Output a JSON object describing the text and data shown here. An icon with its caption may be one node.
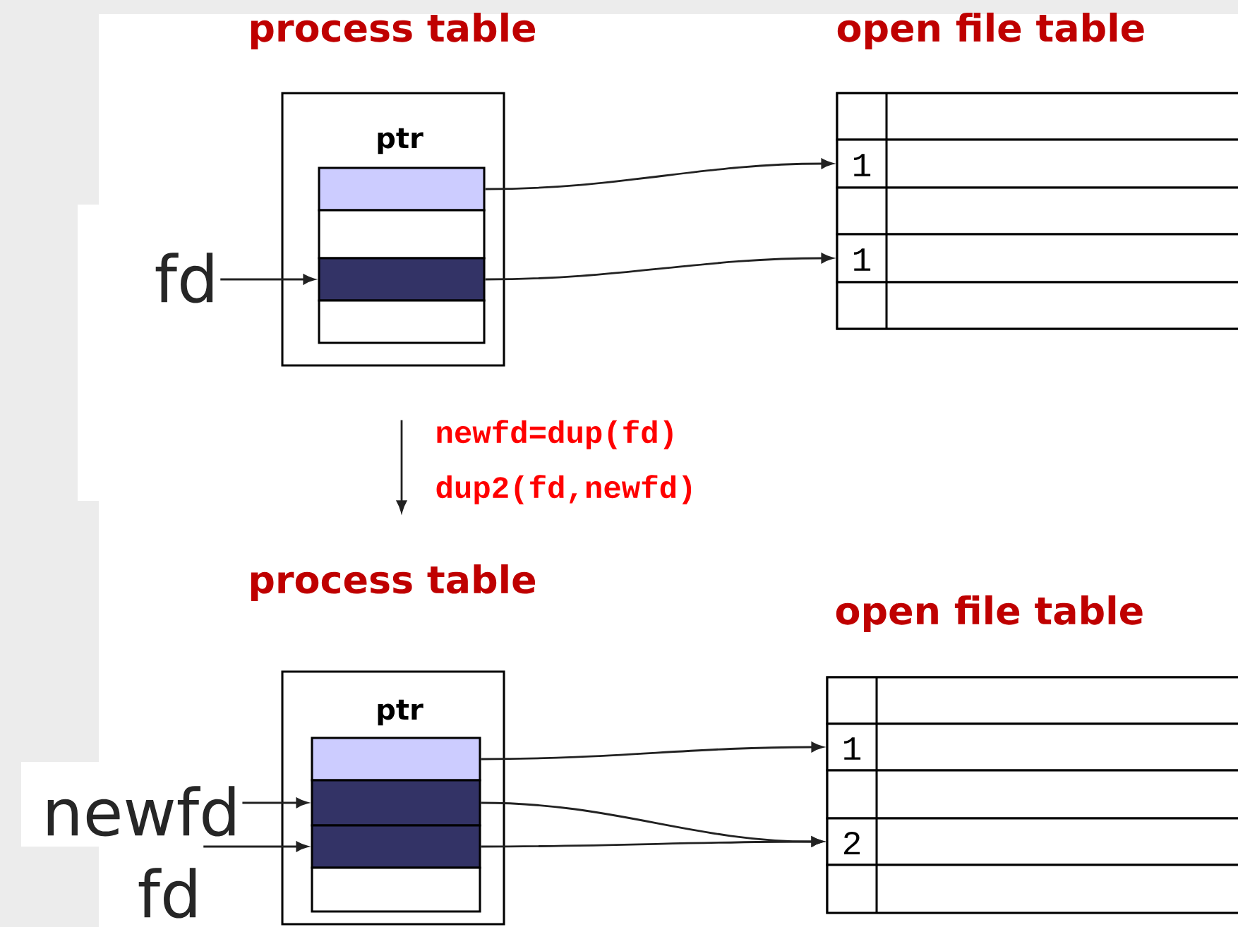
{
  "diagram": {
    "nodes": [
      {
        "text": [
          "process table",
          "ptr"
        ]
      },
      {
        "text": [],
        "shape": "box",
        "in": 0
      },
      {
        "text": [],
        "shape": "box",
        "in": 0
      },
      {
        "text": [],
        "shape": "box",
        "in": 0
      },
      {
        "text": [],
        "shape": "box",
        "in": 0
      },
      {
        "text": [
          "open file table"
        ]
      },
      {
        "text": [],
        "shape": "box",
        "in": 5
      },
      {
        "text": [
          "1"
        ],
        "in": 5
      },
      {
        "text": [],
        "shape": "box",
        "in": 5
      },
      {
        "text": [
          "1"
        ],
        "in": 5
      },
      {
        "text": [],
        "shape": "box",
        "in": 5
      },
      {
        "text": [
          "fd"
        ]
      },
      {
        "text": [
          "process table",
          "ptr"
        ]
      },
      {
        "text": [],
        "shape": "box",
        "in": 12
      },
      {
        "text": [],
        "shape": "box",
        "in": 12
      },
      {
        "text": [],
        "shape": "box",
        "in": 12
      },
      {
        "text": [],
        "shape": "box",
        "in": 12
      },
      {
        "text": [
          "open file table"
        ]
      },
      {
        "text": [],
        "shape": "box",
        "in": 17
      },
      {
        "text": [
          "1"
        ],
        "in": 17
      },
      {
        "text": [],
        "shape": "box",
        "in": 17
      },
      {
        "text": [
          "2"
        ],
        "in": 17
      },
      {
        "text": [],
        "shape": "box",
        "in": 17
      },
      {
        "text": [
          "newfd"
        ]
      },
      {
        "text": [
          "fd"
        ]
      }
    ],
    "edges": [
      {
        "from": 11,
        "to": 3,
        "arrow": "to"
      },
      {
        "from": 1,
        "to": 7,
        "arrow": "to"
      },
      {
        "from": 3,
        "to": 9,
        "arrow": "to"
      },
      {
        "from": 0,
        "to": 12,
        "arrow": "to"
      },
      {
        "from": 23,
        "to": 14,
        "arrow": "to"
      },
      {
        "from": 24,
        "to": 15,
        "arrow": "to"
      },
      {
        "from": 13,
        "to": 19,
        "arrow": "to"
      },
      {
        "from": 14,
        "to": 21,
        "arrow": "to"
      },
      {
        "from": 15,
        "to": 21,
        "arrow": "to"
      }
    ],
    "labels": [
      "newfd=dup(fd)",
      "dup2(fd,newfd)"
    ]
  }
}
